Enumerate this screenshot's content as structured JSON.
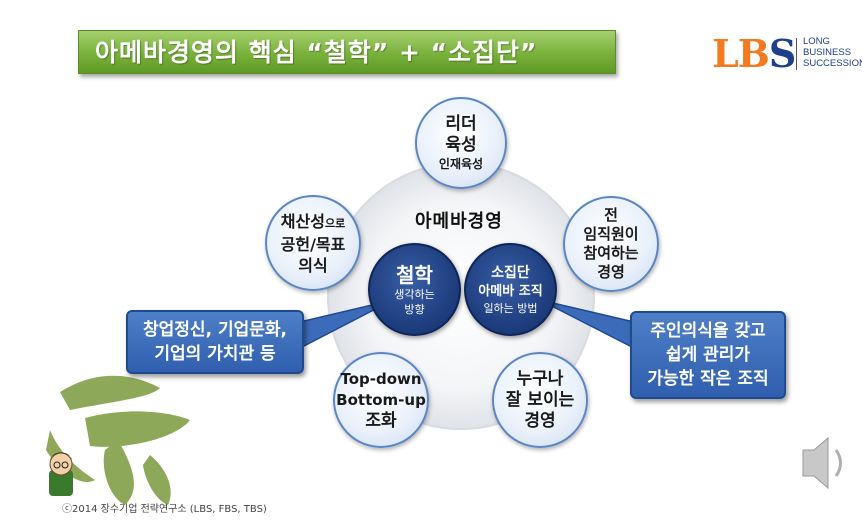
{
  "title": "아메바경영의 핵심  “철학” + “소집단”",
  "logo": {
    "mark_l": "LB",
    "mark_s": "S",
    "line1": "LONG",
    "line2": "BUSINESS",
    "line3": "SUCCESSION"
  },
  "center_label": "아메바경영",
  "philosophy": {
    "title": "철학",
    "sub1": "생각하는",
    "sub2": "방향"
  },
  "small_group": {
    "line1": "소집단",
    "line2": "아메바 조직",
    "line3": "일하는 방법"
  },
  "bubbles": {
    "leader": {
      "line1": "리더",
      "line2": "육성",
      "line3": "인재육성"
    },
    "all_staff": {
      "line1": "전",
      "line2": "임직원이",
      "line3": "참여하는",
      "line4": "경영"
    },
    "visible": {
      "line1": "누구나",
      "line2": "잘 보이는",
      "line3": "경영"
    },
    "harmony": {
      "line1": "Top-down",
      "line2": "Bottom-up",
      "line3": "조화"
    },
    "profit": {
      "line1a": "채산성",
      "line1b": "으로",
      "line2": "공헌/목표",
      "line3": "의식"
    }
  },
  "callout_left": {
    "line1": "창업정신, 기업문화,",
    "line2": "기업의 가치관 등"
  },
  "callout_right": {
    "line1": "주인의식을 갖고",
    "line2": "쉽게 관리가",
    "line3": "가능한 작은 조직"
  },
  "copyright": "ⓒ2014 장수기업 전략연구소 (LBS, FBS, TBS)",
  "colors": {
    "title_green": "#78b13a",
    "logo_orange": "#f47a20",
    "logo_blue": "#1e3f8a",
    "callout_blue": "#3a68b5",
    "dark_circle": "#1f3f80"
  }
}
